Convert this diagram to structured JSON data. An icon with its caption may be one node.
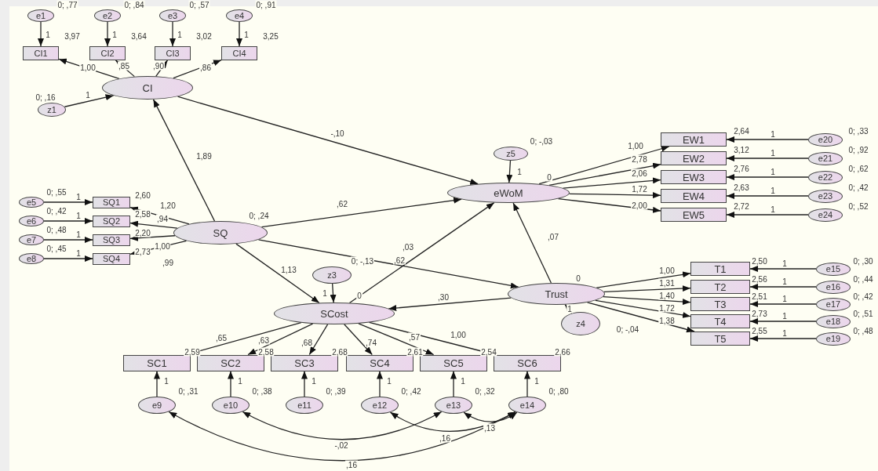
{
  "diagram": {
    "nodes": [
      {
        "text": [
          "e1"
        ],
        "beside": [
          "0; ,77"
        ]
      },
      {
        "text": [
          "e2"
        ],
        "beside": [
          "0; ,84"
        ]
      },
      {
        "text": [
          "e3"
        ],
        "beside": [
          "0; ,57"
        ]
      },
      {
        "text": [
          "e4"
        ],
        "beside": [
          "0; ,91"
        ]
      },
      {
        "text": [
          "CI1"
        ],
        "beside": [
          "3,97"
        ]
      },
      {
        "text": [
          "CI2"
        ],
        "beside": [
          "3,64"
        ]
      },
      {
        "text": [
          "CI3"
        ],
        "beside": [
          "3,02"
        ]
      },
      {
        "text": [
          "CI4"
        ],
        "beside": [
          "3,25"
        ]
      },
      {
        "text": [
          "CI"
        ]
      },
      {
        "text": [
          "z1"
        ],
        "beside": [
          "0; ,16"
        ]
      },
      {
        "text": [
          "e5"
        ],
        "beside": [
          "0; ,55"
        ]
      },
      {
        "text": [
          "e6"
        ],
        "beside": [
          "0; ,42"
        ]
      },
      {
        "text": [
          "e7"
        ],
        "beside": [
          "0; ,48"
        ]
      },
      {
        "text": [
          "e8"
        ],
        "beside": [
          "0; ,45"
        ]
      },
      {
        "text": [
          "SQ1"
        ],
        "beside": [
          "2,60"
        ]
      },
      {
        "text": [
          "SQ2"
        ],
        "beside": [
          "2,58"
        ]
      },
      {
        "text": [
          "SQ3"
        ],
        "beside": [
          "2,20"
        ]
      },
      {
        "text": [
          "SQ4"
        ],
        "beside": [
          "2,73"
        ]
      },
      {
        "text": [
          "SQ"
        ],
        "beside": [
          "0; ,24"
        ]
      },
      {
        "text": [
          "z5"
        ],
        "beside": [
          "0; -,03"
        ]
      },
      {
        "text": [
          "eWoM"
        ],
        "beside": [
          "0"
        ]
      },
      {
        "text": [
          "EW1"
        ],
        "beside": [
          "2,64"
        ]
      },
      {
        "text": [
          "EW2"
        ],
        "beside": [
          "3,12"
        ]
      },
      {
        "text": [
          "EW3"
        ],
        "beside": [
          "2,76"
        ]
      },
      {
        "text": [
          "EW4"
        ],
        "beside": [
          "2,63"
        ]
      },
      {
        "text": [
          "EW5"
        ],
        "beside": [
          "2,72"
        ]
      },
      {
        "text": [
          "e20"
        ],
        "beside": [
          "0; ,33"
        ]
      },
      {
        "text": [
          "e21"
        ],
        "beside": [
          "0; ,92"
        ]
      },
      {
        "text": [
          "e22"
        ],
        "beside": [
          "0; ,62"
        ]
      },
      {
        "text": [
          "e23"
        ],
        "beside": [
          "0; ,42"
        ]
      },
      {
        "text": [
          "e24"
        ],
        "beside": [
          "0; ,52"
        ]
      },
      {
        "text": [
          "z3"
        ],
        "beside": [
          "0; -,13"
        ]
      },
      {
        "text": [
          "SCost"
        ],
        "beside": [
          "0"
        ]
      },
      {
        "text": [
          "Trust"
        ],
        "beside": [
          "0"
        ]
      },
      {
        "text": [
          "T1"
        ],
        "beside": [
          "2,50"
        ]
      },
      {
        "text": [
          "T2"
        ],
        "beside": [
          "2,56"
        ]
      },
      {
        "text": [
          "T3"
        ],
        "beside": [
          "2,51"
        ]
      },
      {
        "text": [
          "T4"
        ],
        "beside": [
          "2,73"
        ]
      },
      {
        "text": [
          "T5"
        ],
        "beside": [
          "2,55"
        ]
      },
      {
        "text": [
          "e15"
        ],
        "beside": [
          "0; ,30"
        ]
      },
      {
        "text": [
          "e16"
        ],
        "beside": [
          "0; ,44"
        ]
      },
      {
        "text": [
          "e17"
        ],
        "beside": [
          "0; ,42"
        ]
      },
      {
        "text": [
          "e18"
        ],
        "beside": [
          "0; ,51"
        ]
      },
      {
        "text": [
          "e19"
        ],
        "beside": [
          "0; ,48"
        ]
      },
      {
        "text": [
          "z4"
        ],
        "beside": [
          "0; -,04"
        ]
      },
      {
        "text": [
          "SC1"
        ],
        "beside": [
          "2,59"
        ]
      },
      {
        "text": [
          "SC2"
        ],
        "beside": [
          "2,58"
        ]
      },
      {
        "text": [
          "SC3"
        ],
        "beside": [
          "2,68"
        ]
      },
      {
        "text": [
          "SC4"
        ],
        "beside": [
          "2,61"
        ]
      },
      {
        "text": [
          "SC5"
        ],
        "beside": [
          "2,54"
        ]
      },
      {
        "text": [
          "SC6"
        ],
        "beside": [
          "2,66"
        ]
      },
      {
        "text": [
          "e9"
        ],
        "beside": [
          "0; ,31"
        ]
      },
      {
        "text": [
          "e10"
        ],
        "beside": [
          "0; ,38"
        ]
      },
      {
        "text": [
          "e11"
        ],
        "beside": [
          "0; ,39"
        ]
      },
      {
        "text": [
          "e12"
        ],
        "beside": [
          "0; ,42"
        ]
      },
      {
        "text": [
          "e13"
        ],
        "beside": [
          "0; ,32"
        ]
      },
      {
        "text": [
          "e14"
        ],
        "beside": [
          "0; ,80"
        ]
      }
    ],
    "edges": [
      {
        "from": 0,
        "to": 4,
        "arrow": "to",
        "label": "1"
      },
      {
        "from": 1,
        "to": 5,
        "arrow": "to",
        "label": "1"
      },
      {
        "from": 2,
        "to": 6,
        "arrow": "to",
        "label": "1"
      },
      {
        "from": 3,
        "to": 7,
        "arrow": "to",
        "label": "1"
      },
      {
        "from": 8,
        "to": 4,
        "arrow": "to",
        "label": "1,00"
      },
      {
        "from": 8,
        "to": 5,
        "arrow": "to",
        "label": ",85"
      },
      {
        "from": 8,
        "to": 6,
        "arrow": "to",
        "label": ",90"
      },
      {
        "from": 8,
        "to": 7,
        "arrow": "to",
        "label": ",86"
      },
      {
        "from": 9,
        "to": 8,
        "arrow": "to",
        "label": "1"
      },
      {
        "from": 18,
        "to": 8,
        "arrow": "to",
        "label": "1,89"
      },
      {
        "from": 8,
        "to": 20,
        "arrow": "to",
        "label": "-,10"
      },
      {
        "from": 18,
        "to": 20,
        "arrow": "to",
        "label": ",62"
      },
      {
        "from": 18,
        "to": 14,
        "arrow": "to",
        "label": "1,20"
      },
      {
        "from": 18,
        "to": 15,
        "arrow": "to",
        "label": ",94"
      },
      {
        "from": 18,
        "to": 16,
        "arrow": "to",
        "label": "1,00"
      },
      {
        "from": 18,
        "to": 17,
        "arrow": "to",
        "label": ",99"
      },
      {
        "from": 10,
        "to": 14,
        "arrow": "to",
        "label": "1"
      },
      {
        "from": 11,
        "to": 15,
        "arrow": "to",
        "label": "1"
      },
      {
        "from": 12,
        "to": 16,
        "arrow": "to",
        "label": "1"
      },
      {
        "from": 13,
        "to": 17,
        "arrow": "to",
        "label": "1"
      },
      {
        "from": 18,
        "to": 32,
        "arrow": "to",
        "label": "1,13"
      },
      {
        "from": 18,
        "to": 33,
        "arrow": "to",
        "label": ",62"
      },
      {
        "from": 31,
        "to": 32,
        "arrow": "to",
        "label": "1"
      },
      {
        "from": 32,
        "to": 20,
        "arrow": "to",
        "label": ",03"
      },
      {
        "from": 33,
        "to": 20,
        "arrow": "to",
        "label": ",07"
      },
      {
        "from": 33,
        "to": 32,
        "arrow": "to",
        "label": ",30"
      },
      {
        "from": 19,
        "to": 20,
        "arrow": "to",
        "label": "1"
      },
      {
        "from": 20,
        "to": 21,
        "arrow": "to",
        "label": "1,00"
      },
      {
        "from": 20,
        "to": 22,
        "arrow": "to",
        "label": "2,78"
      },
      {
        "from": 20,
        "to": 23,
        "arrow": "to",
        "label": "2,06"
      },
      {
        "from": 20,
        "to": 24,
        "arrow": "to",
        "label": "1,72"
      },
      {
        "from": 20,
        "to": 25,
        "arrow": "to",
        "label": "2,00"
      },
      {
        "from": 26,
        "to": 21,
        "arrow": "to",
        "label": "1"
      },
      {
        "from": 27,
        "to": 22,
        "arrow": "to",
        "label": "1"
      },
      {
        "from": 28,
        "to": 23,
        "arrow": "to",
        "label": "1"
      },
      {
        "from": 29,
        "to": 24,
        "arrow": "to",
        "label": "1"
      },
      {
        "from": 30,
        "to": 25,
        "arrow": "to",
        "label": "1"
      },
      {
        "from": 33,
        "to": 34,
        "arrow": "to",
        "label": "1,00"
      },
      {
        "from": 33,
        "to": 35,
        "arrow": "to",
        "label": "1,31"
      },
      {
        "from": 33,
        "to": 36,
        "arrow": "to",
        "label": "1,40"
      },
      {
        "from": 33,
        "to": 37,
        "arrow": "to",
        "label": "1,72"
      },
      {
        "from": 33,
        "to": 38,
        "arrow": "to",
        "label": "1,38"
      },
      {
        "from": 39,
        "to": 34,
        "arrow": "to",
        "label": "1"
      },
      {
        "from": 40,
        "to": 35,
        "arrow": "to",
        "label": "1"
      },
      {
        "from": 41,
        "to": 36,
        "arrow": "to",
        "label": "1"
      },
      {
        "from": 42,
        "to": 37,
        "arrow": "to",
        "label": "1"
      },
      {
        "from": 43,
        "to": 38,
        "arrow": "to",
        "label": "1"
      },
      {
        "from": 44,
        "to": 33,
        "arrow": "to",
        "label": "1"
      },
      {
        "from": 32,
        "to": 45,
        "arrow": "to",
        "label": ",65"
      },
      {
        "from": 32,
        "to": 46,
        "arrow": "to",
        "label": ",63"
      },
      {
        "from": 32,
        "to": 47,
        "arrow": "to",
        "label": ",68"
      },
      {
        "from": 32,
        "to": 48,
        "arrow": "to",
        "label": ",74"
      },
      {
        "from": 32,
        "to": 49,
        "arrow": "to",
        "label": ",57"
      },
      {
        "from": 32,
        "to": 50,
        "arrow": "to",
        "label": "1,00"
      },
      {
        "from": 51,
        "to": 45,
        "arrow": "to",
        "label": "1"
      },
      {
        "from": 52,
        "to": 46,
        "arrow": "to",
        "label": "1"
      },
      {
        "from": 53,
        "to": 47,
        "arrow": "to",
        "label": "1"
      },
      {
        "from": 54,
        "to": 48,
        "arrow": "to",
        "label": "1"
      },
      {
        "from": 55,
        "to": 49,
        "arrow": "to",
        "label": "1"
      },
      {
        "from": 56,
        "to": 50,
        "arrow": "to",
        "label": "1"
      },
      {
        "from": 52,
        "to": 55,
        "arrow": "both",
        "label": "-,02"
      },
      {
        "from": 54,
        "to": 56,
        "arrow": "both",
        "label": ",16"
      },
      {
        "from": 55,
        "to": 56,
        "arrow": "both",
        "label": ",13"
      },
      {
        "from": 51,
        "to": 56,
        "arrow": "both",
        "label": ",16"
      }
    ]
  }
}
